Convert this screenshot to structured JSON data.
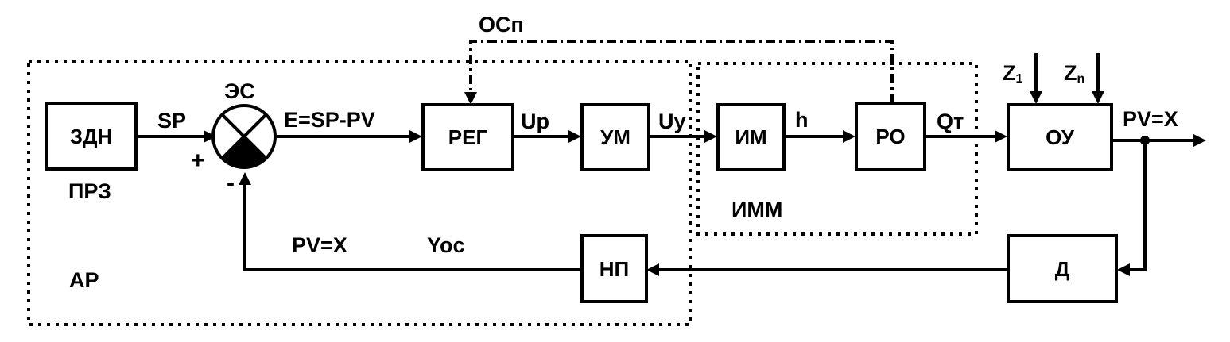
{
  "blocks": {
    "zdn": "ЗДН",
    "reg": "РЕГ",
    "um": "УМ",
    "im": "ИМ",
    "ro": "РО",
    "ou": "ОУ",
    "np": "НП",
    "d": "Д"
  },
  "labels": {
    "sp": "SP",
    "plus": "+",
    "minus": "-",
    "es": "ЭС",
    "error": "E=SP-PV",
    "up": "Up",
    "uy": "Uy",
    "h": "h",
    "qt": "Qт",
    "pv_out": "PV=X",
    "z1_main": "Z",
    "z1_sub": "1",
    "zn_main": "Z",
    "zn_sub": "n",
    "osp": "ОСп",
    "prz": "ПРЗ",
    "imm": "ИММ",
    "pv_fb": "PV=X",
    "yoc": "Yoc",
    "ar": "АР"
  }
}
